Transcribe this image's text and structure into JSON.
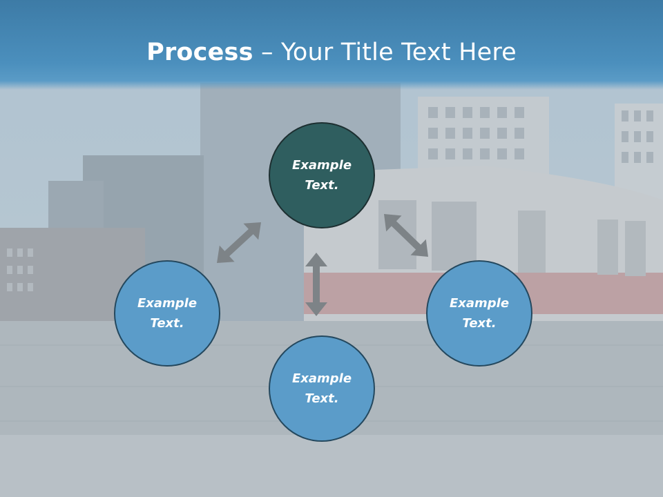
{
  "slide": {
    "title_bold": "Process",
    "title_rest": " – Your Title Text Here"
  },
  "diagram": {
    "nodes": [
      {
        "id": "top",
        "line1": "Example",
        "line2": "Text.",
        "color": "#2f5e5f"
      },
      {
        "id": "left",
        "line1": "Example",
        "line2": "Text.",
        "color": "#5b9cc9"
      },
      {
        "id": "right",
        "line1": "Example",
        "line2": "Text.",
        "color": "#5b9cc9"
      },
      {
        "id": "bottom",
        "line1": "Example",
        "line2": "Text.",
        "color": "#5b9cc9"
      }
    ],
    "arrow_color": "#7d8387",
    "arrows": [
      {
        "from": "top",
        "to": "left",
        "bidirectional": true
      },
      {
        "from": "top",
        "to": "right",
        "bidirectional": true
      },
      {
        "from": "top",
        "to": "bottom",
        "bidirectional": true
      }
    ]
  },
  "background": {
    "description_colors": {
      "sky": "#a9c3d4",
      "buildings": "#8a98a4",
      "train_body": "#c9ccd0",
      "train_stripe": "#b56e6e",
      "ground": "#9aa3aa"
    }
  }
}
